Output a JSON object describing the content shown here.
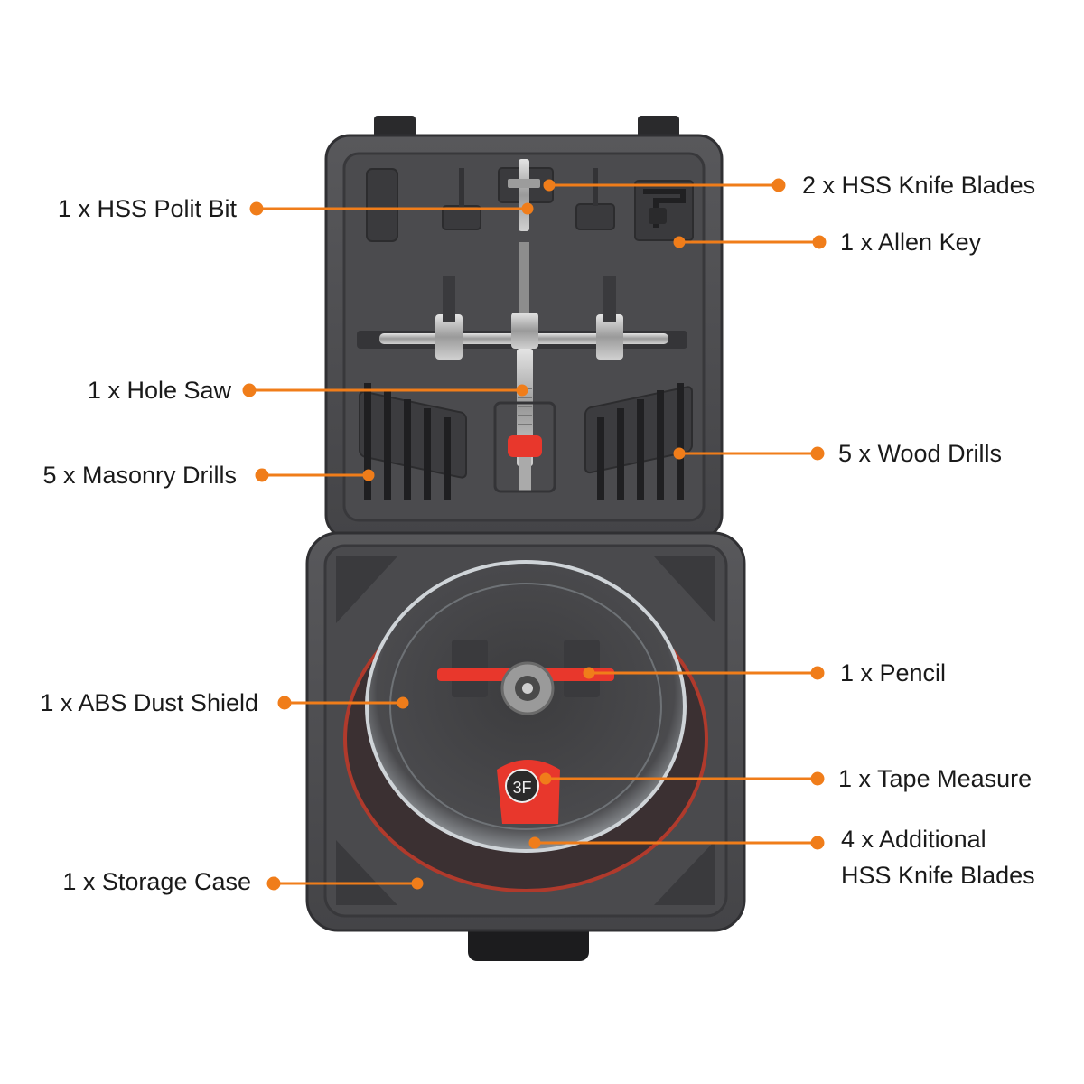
{
  "colors": {
    "accent": "#f07d1a",
    "case": "#4a4a4c",
    "case_dark": "#2e2e30",
    "case_light": "#5d5d60",
    "metal": "#b8b8b8",
    "red": "#e8372c",
    "shield_edge": "#d9dde0"
  },
  "callouts": {
    "pilot_bit": "1 x HSS Polit Bit",
    "knife_blades": "2 x HSS Knife Blades",
    "allen_key": "1 x Allen Key",
    "hole_saw": "1 x Hole Saw",
    "masonry_drills": "5 x Masonry Drills",
    "wood_drills": "5 x Wood Drills",
    "pencil": "1 x Pencil",
    "dust_shield": "1 x ABS Dust Shield",
    "tape_measure": "1 x Tape Measure",
    "additional_blades_line1": "4 x Additional",
    "additional_blades_line2": "HSS Knife Blades",
    "storage_case": "1 x Storage Case"
  },
  "tape_badge": "3F"
}
